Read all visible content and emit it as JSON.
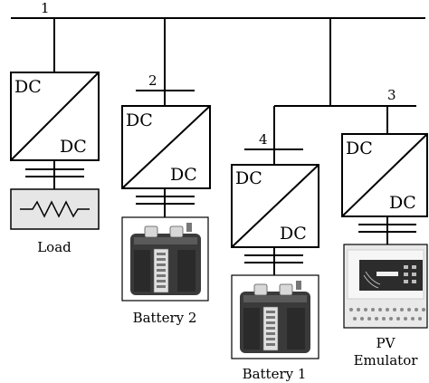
{
  "bus_labels": {
    "bus_1": "1",
    "bus_2": "2",
    "bus_3": "3",
    "bus_4": "4"
  },
  "converters": {
    "load": {
      "top": "DC",
      "bottom": "DC"
    },
    "battery2": {
      "top": "DC",
      "bottom": "DC"
    },
    "battery1": {
      "top": "DC",
      "bottom": "DC"
    },
    "pv": {
      "top": "DC",
      "bottom": "DC"
    }
  },
  "captions": {
    "load": "Load",
    "battery2": "Battery 2",
    "battery1": "Battery 1",
    "pv_line1": "PV",
    "pv_line2": "Emulator"
  },
  "colors": {
    "line": "#000000",
    "load_fill": "#e6e6e6",
    "battery_body": "#3a3a3a",
    "emulator_panel": "#e9e9e9",
    "emulator_display": "#2c2c2c"
  }
}
